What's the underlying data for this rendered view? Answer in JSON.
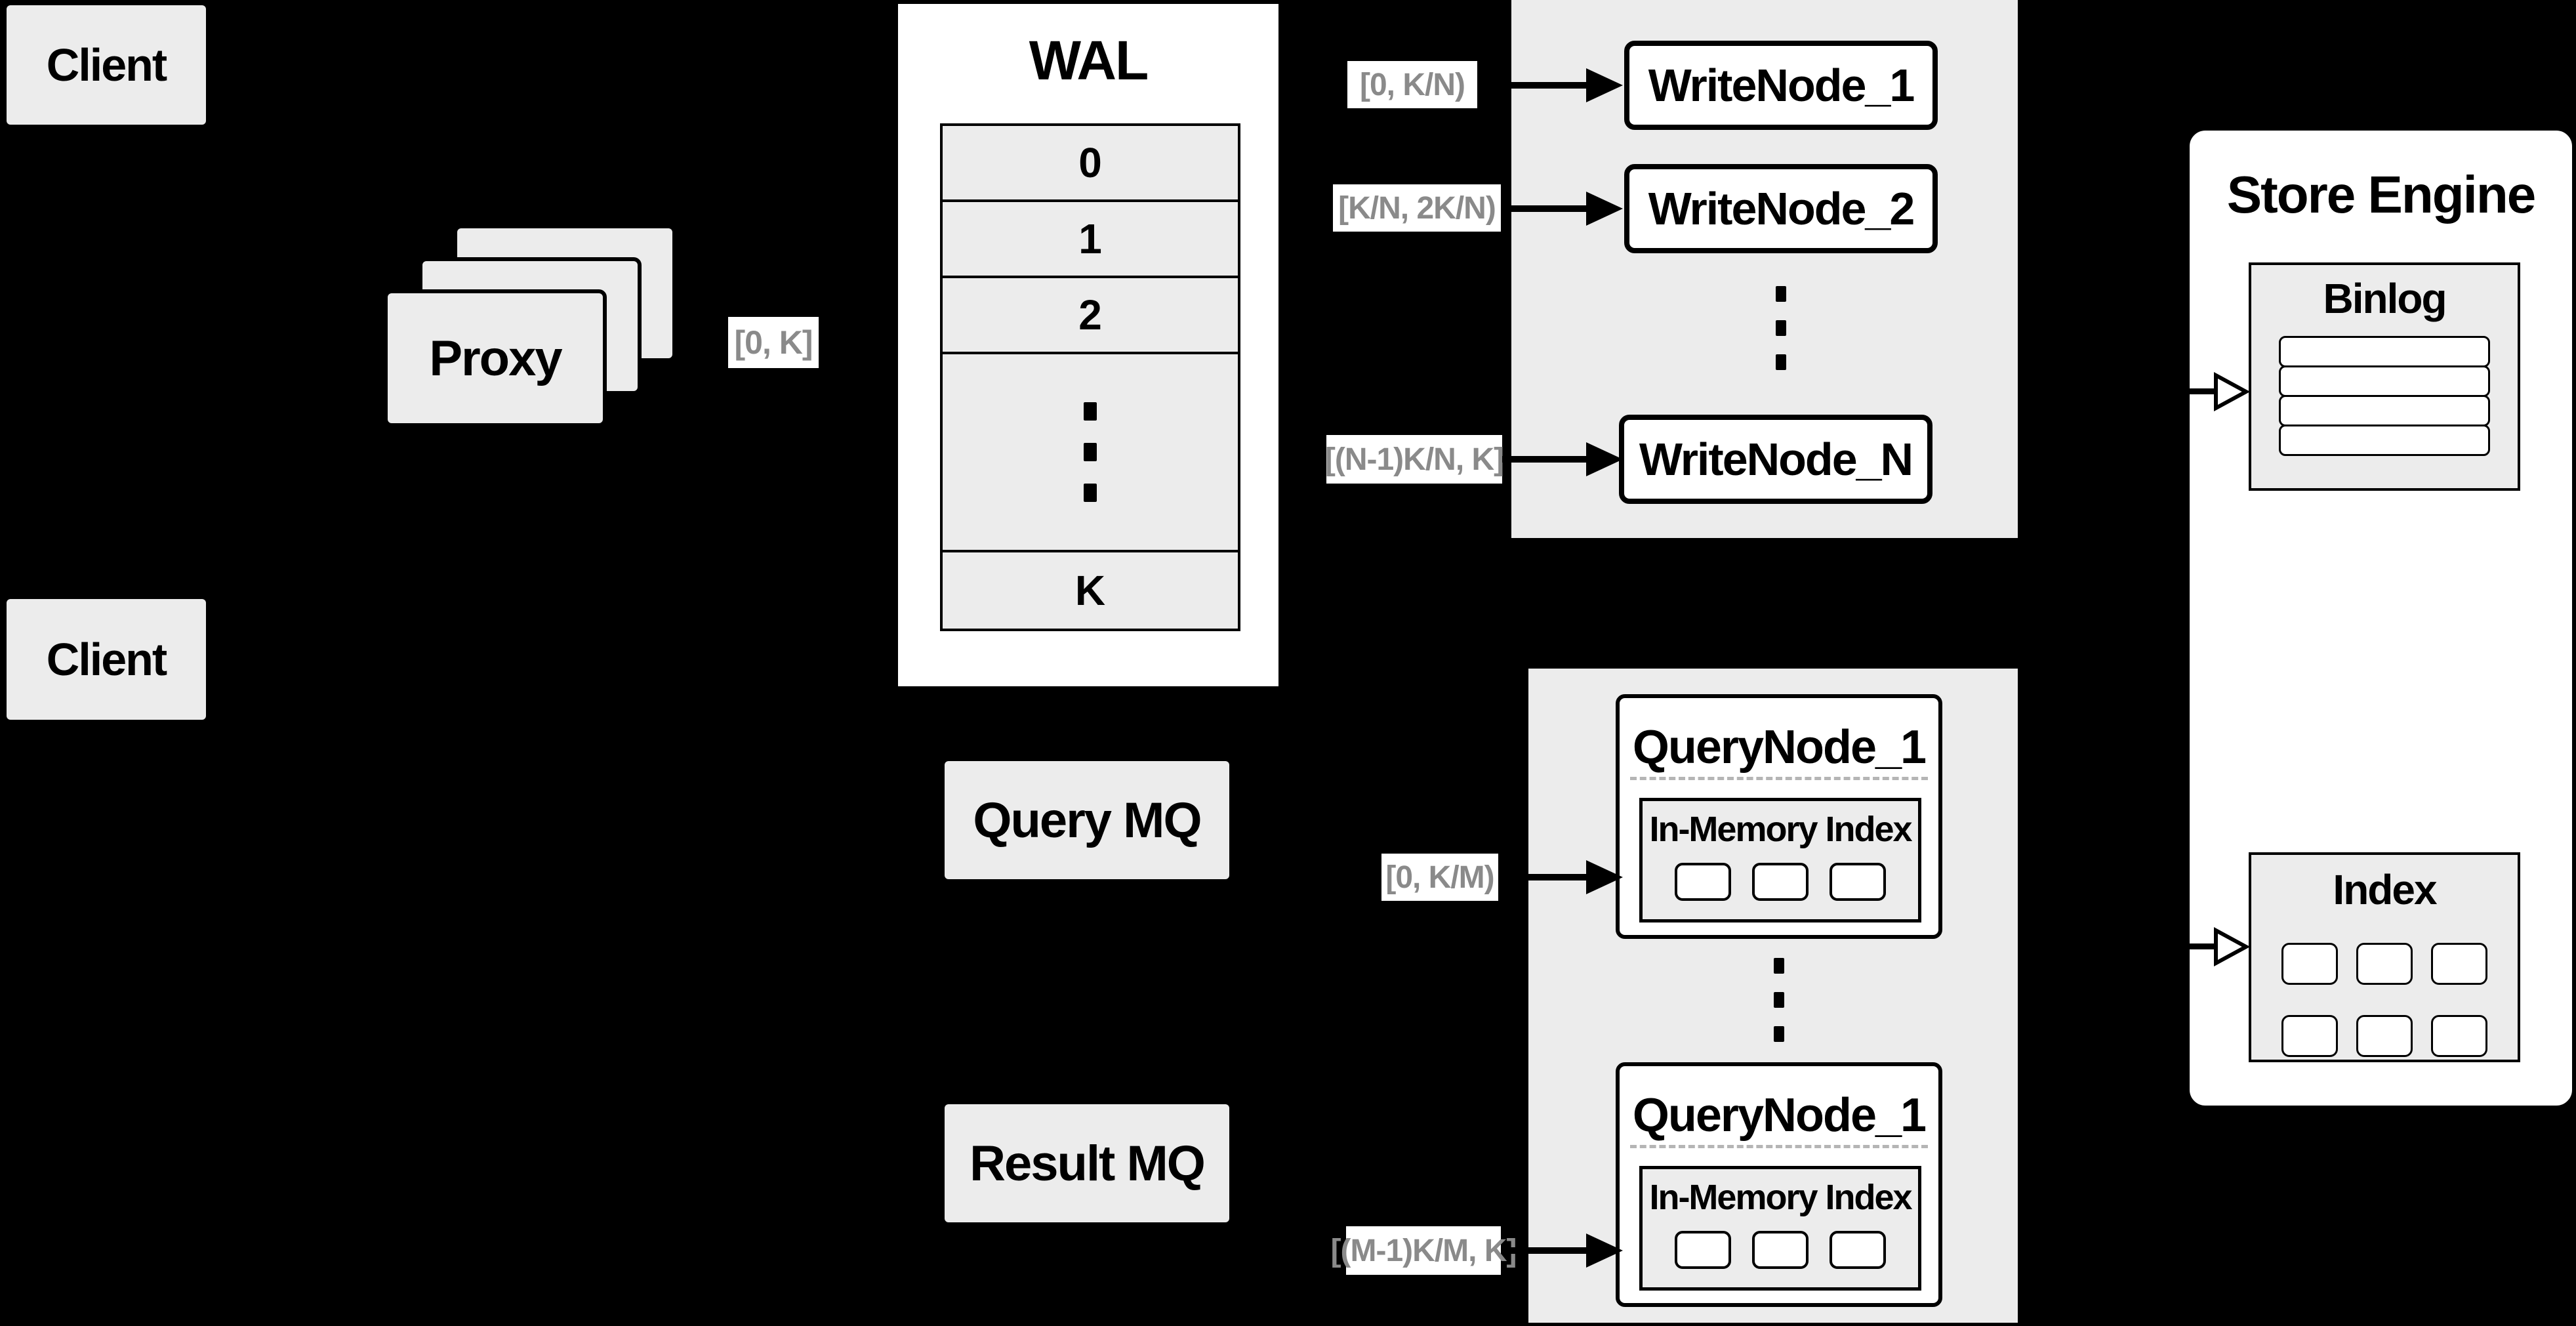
{
  "colors": {
    "background": "#000000",
    "panel_gray": "#ececec",
    "panel_white": "#ffffff",
    "line": "#000000",
    "range_text": "#8a8a8a"
  },
  "clients": {
    "top": "Client",
    "bottom": "Client"
  },
  "proxy": {
    "label": "Proxy",
    "range": "[0, K]"
  },
  "wal": {
    "title": "WAL",
    "rows": [
      "0",
      "1",
      "2",
      "K"
    ]
  },
  "write": {
    "ranges": [
      "[0, K/N)",
      "[K/N, 2K/N)",
      "[(N-1)K/N, K]"
    ],
    "nodes": [
      "WriteNode_1",
      "WriteNode_2",
      "WriteNode_N"
    ]
  },
  "mq": {
    "query": "Query MQ",
    "result": "Result MQ"
  },
  "query": {
    "ranges": [
      "[0, K/M)",
      "[(M-1)K/M, K]"
    ],
    "nodes": [
      {
        "title": "QueryNode_1",
        "inner": "In-Memory Index"
      },
      {
        "title": "QueryNode_1",
        "inner": "In-Memory Index"
      }
    ]
  },
  "store": {
    "title": "Store Engine",
    "binlog_title": "Binlog",
    "index_title": "Index"
  }
}
